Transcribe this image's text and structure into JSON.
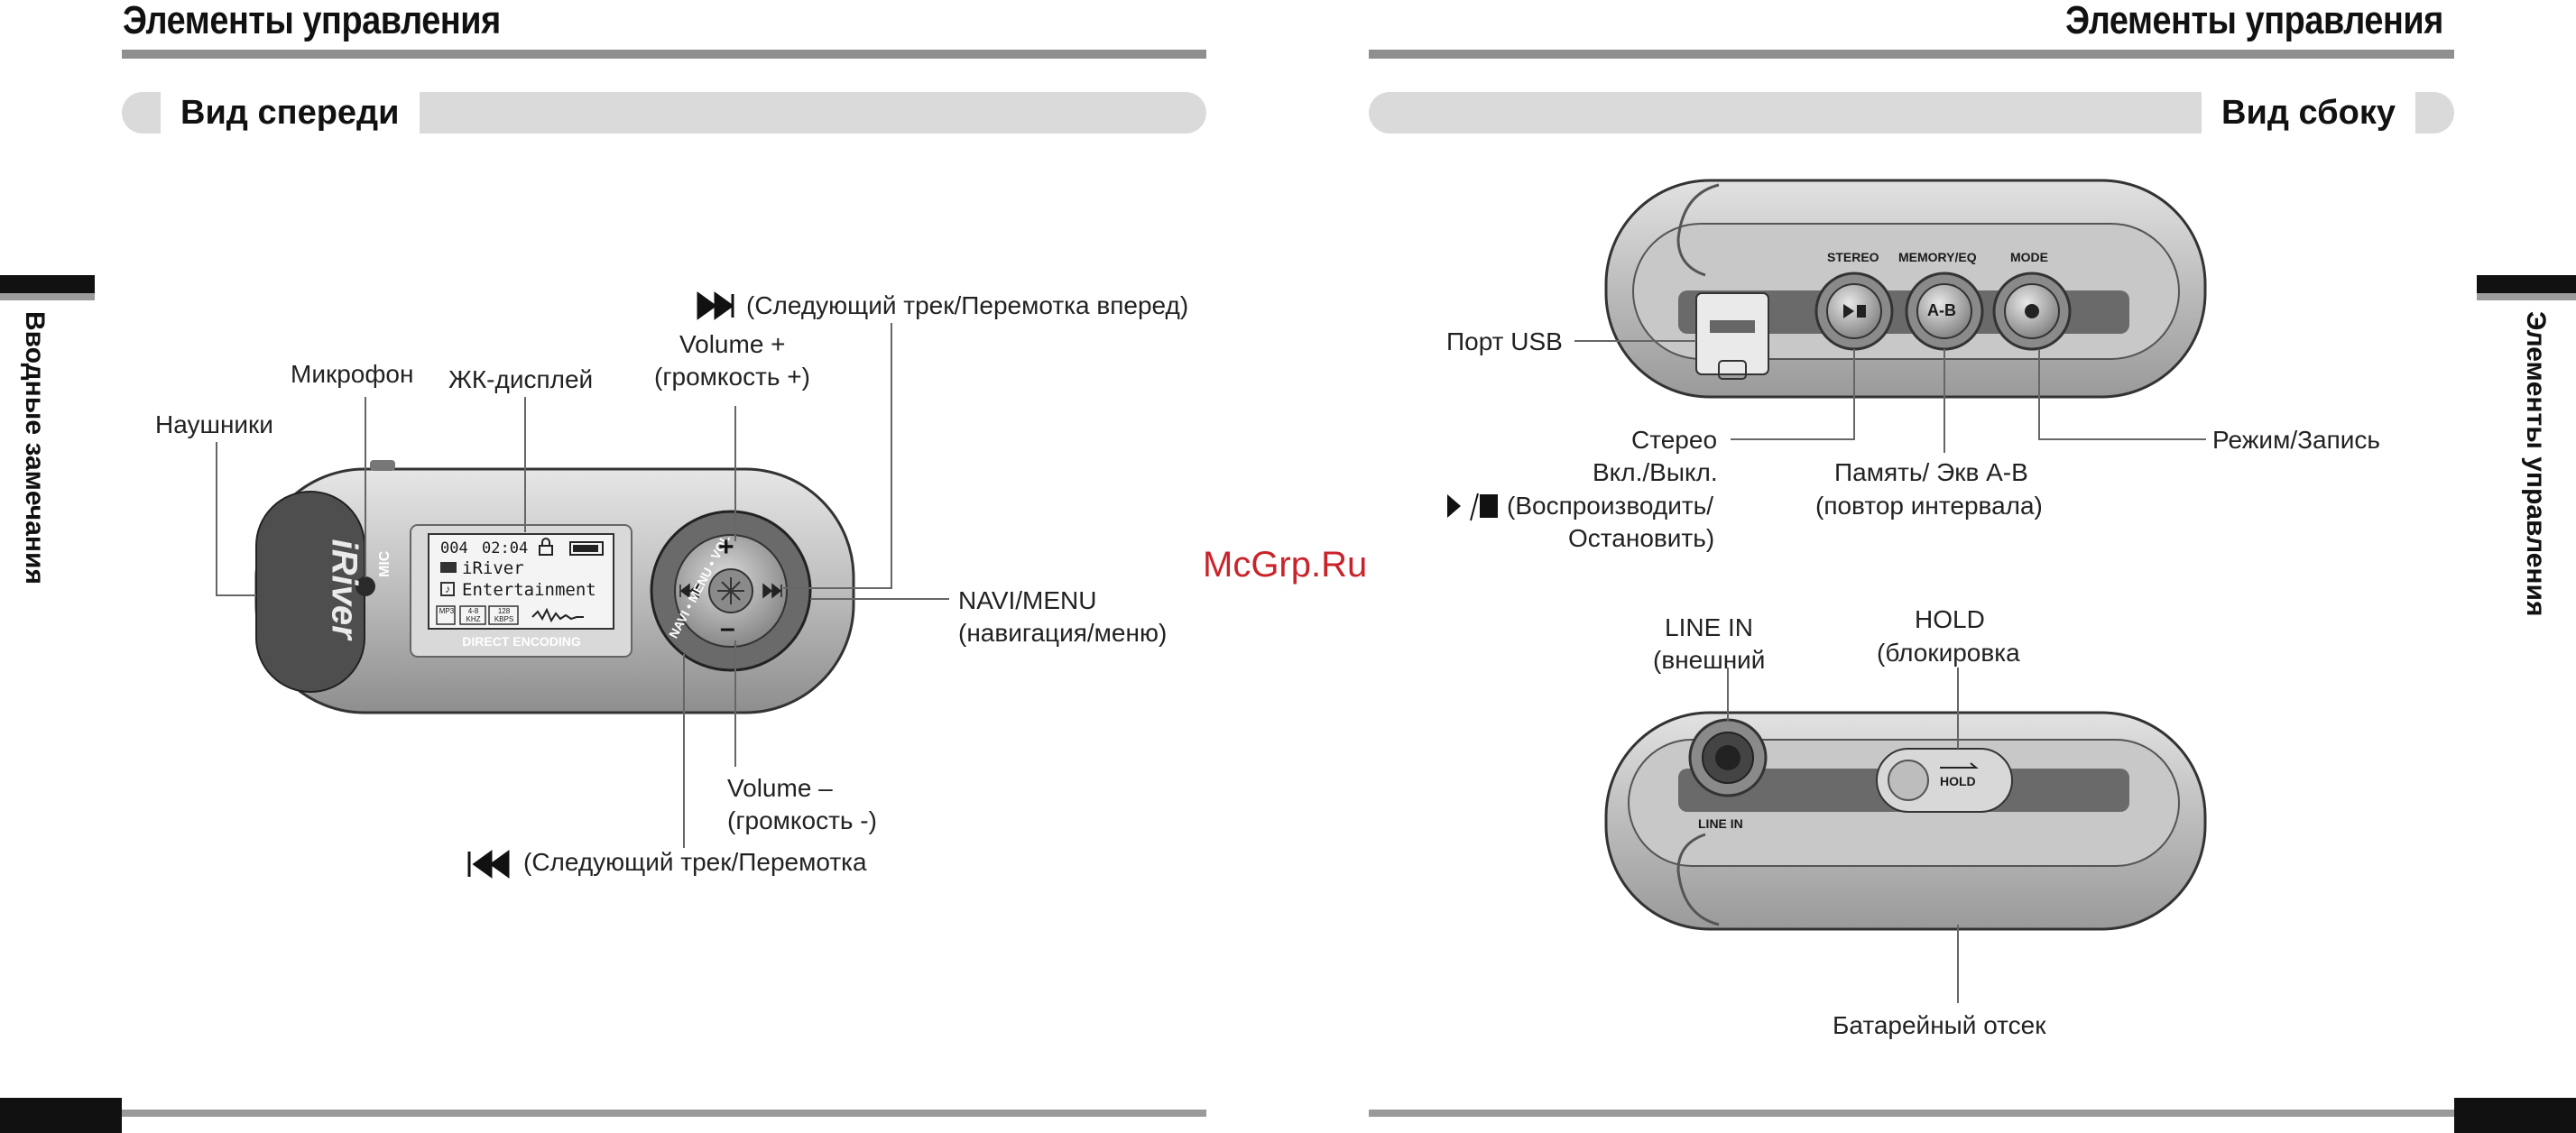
{
  "left_page": {
    "header": "Элементы управления",
    "subtitle": "Вид спереди",
    "side_tab": "Вводные замечания",
    "labels": {
      "headphones": "Наушники",
      "microphone": "Микрофон",
      "lcd": "ЖК-дисплей",
      "volume_plus_1": "Volume +",
      "volume_plus_2": "(громкость +)",
      "next_track": "(Следующий трек/Перемотка вперед)",
      "navi_menu_1": "NAVI/MENU",
      "navi_menu_2": "(навигация/меню)",
      "volume_minus_1": "Volume –",
      "volume_minus_2": "(громкость -)",
      "prev_track": "(Следующий трек/Перемотка"
    },
    "device": {
      "brand": "iRiver",
      "mic_mark": "MIC",
      "screen_row1_left": "004",
      "screen_row1_mid": "02:04",
      "screen_row2": "iRiver",
      "screen_row3": "Entertainment",
      "screen_badge1": "MP3",
      "screen_badge2": "4-8 KHZ",
      "screen_badge3": "128 KBPS",
      "direct_encoding": "DIRECT ENCODING",
      "ring_text": "NAVI • MENU • VOL",
      "plus": "+",
      "minus": "–"
    }
  },
  "right_page": {
    "header": "Элементы управления",
    "subtitle": "Вид сбоку",
    "side_tab": "Элементы управления",
    "labels": {
      "usb": "Порт USB",
      "stereo_1": "Стерео",
      "stereo_2": "Вкл./Выкл.",
      "play_stop_1": "(Воспроизводить/",
      "play_stop_2": "Остановить)",
      "memory_1": "Память/ Экв A-B",
      "memory_2": "(повтор интервала)",
      "mode": "Режим/Запись",
      "line_in_1": "LINE IN",
      "line_in_2": "(внешний",
      "hold_1": "HOLD",
      "hold_2": "(блокировка",
      "battery": "Батарейный отсек"
    },
    "device": {
      "btn_stereo": "STEREO",
      "btn_memory": "MEMORY/EQ",
      "btn_mode": "MODE",
      "btn_ab": "A-B",
      "line_in_mark": "LINE IN",
      "hold_mark": "HOLD"
    }
  },
  "watermark": "McGrp.Ru",
  "colors": {
    "rule": "#8f8f8f",
    "pill": "#dadada",
    "device_body": "#bdbdbd",
    "device_dark": "#555555",
    "watermark": "#c9242b"
  }
}
